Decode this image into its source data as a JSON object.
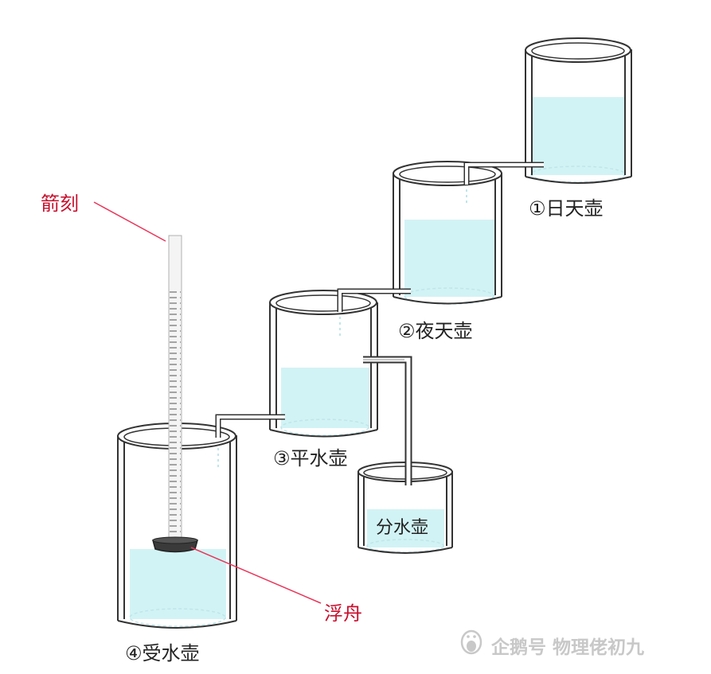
{
  "colors": {
    "water": "#d2f3f5",
    "water_line": "#bfe6ea",
    "stroke": "#333333",
    "pipe": "#8a8a8a",
    "annotation": "#c8102e",
    "watermark": "#c8c8c8",
    "float": "#3a3a3a"
  },
  "vessels": [
    {
      "id": "day",
      "label": "①日天壶"
    },
    {
      "id": "night",
      "label": "②夜天壶"
    },
    {
      "id": "level",
      "label": "③平水壶"
    },
    {
      "id": "overflow",
      "label": "分水壶"
    },
    {
      "id": "receiver",
      "label": "④受水壶"
    }
  ],
  "annotations": {
    "rod": "箭刻",
    "float": "浮舟"
  },
  "watermark": {
    "icon": "penguin-logo-icon",
    "text": "企鹅号 物理佬初九"
  }
}
